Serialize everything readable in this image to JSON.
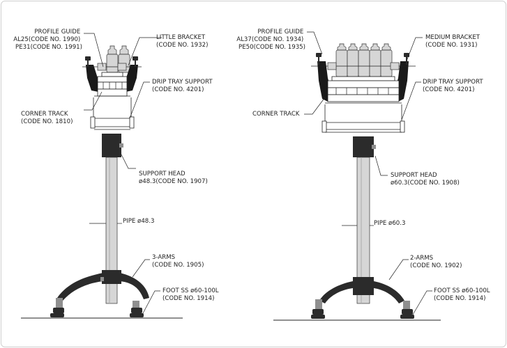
{
  "left": {
    "profile_guide": [
      "PROFILE GUIDE",
      "AL25(CODE NO. 1990)",
      "PE31(CODE NO. 1991)"
    ],
    "bracket": [
      "LITTLE BRACKET",
      "(CODE NO. 1932)"
    ],
    "drip_tray": [
      "DRIP TRAY SUPPORT",
      "(CODE NO. 4201)"
    ],
    "corner_track": [
      "CORNER TRACK",
      "(CODE NO. 1810)"
    ],
    "support_head": [
      "SUPPORT HEAD",
      "ø48.3(CODE NO. 1907)"
    ],
    "pipe": "PIPE ø48.3",
    "arms": [
      "3-ARMS",
      "(CODE NO. 1905)"
    ],
    "foot": [
      "FOOT SS ø60-100L",
      "(CODE NO. 1914)"
    ]
  },
  "right": {
    "profile_guide": [
      "PROFILE GUIDE",
      "AL37(CODE NO. 1934)",
      "PE50(CODE NO. 1935)"
    ],
    "bracket": [
      "MEDIUM BRACKET",
      "(CODE NO. 1931)"
    ],
    "drip_tray": [
      "DRIP TRAY SUPPORT",
      "(CODE NO. 4201)"
    ],
    "corner_track": [
      "CORNER TRACK"
    ],
    "support_head": [
      "SUPPORT HEAD",
      "ø60.3(CODE NO. 1908)"
    ],
    "pipe": "PIPE ø60.3",
    "arms": [
      "2-ARMS",
      "(CODE NO. 1902)"
    ],
    "foot": [
      "FOOT SS ø60-100L",
      "(CODE NO. 1914)"
    ]
  }
}
